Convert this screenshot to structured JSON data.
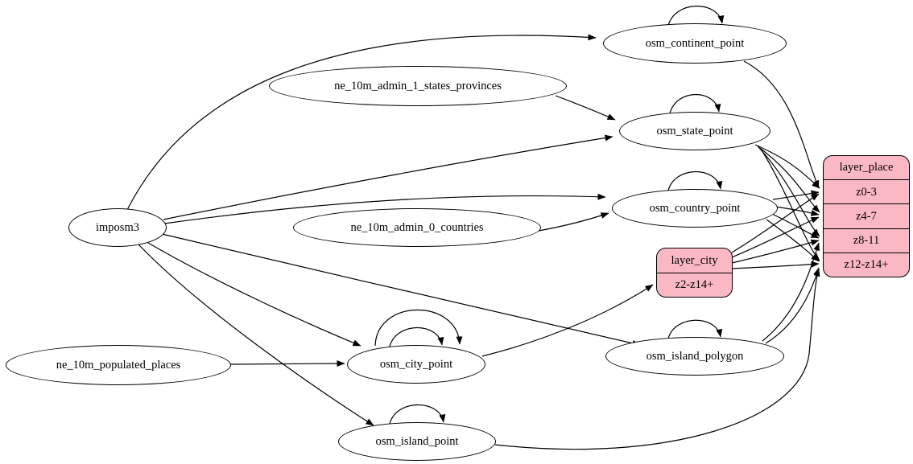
{
  "diagram": {
    "kind": "etl-dependency-graph",
    "colors": {
      "record_fill": "#fab8c4",
      "node_fill": "#ffffff",
      "stroke": "#000000",
      "background": "#ffffff"
    },
    "nodes": {
      "imposm3": "imposm3",
      "ne_10m_admin_1_states_provinces": "ne_10m_admin_1_states_provinces",
      "ne_10m_admin_0_countries": "ne_10m_admin_0_countries",
      "ne_10m_populated_places": "ne_10m_populated_places",
      "osm_continent_point": "osm_continent_point",
      "osm_state_point": "osm_state_point",
      "osm_country_point": "osm_country_point",
      "osm_city_point": "osm_city_point",
      "osm_island_polygon": "osm_island_polygon",
      "osm_island_point": "osm_island_point"
    },
    "records": {
      "layer_city": {
        "title": "layer_city",
        "rows": [
          "z2-z14+"
        ]
      },
      "layer_place": {
        "title": "layer_place",
        "rows": [
          "z0-3",
          "z4-7",
          "z8-11",
          "z12-z14+"
        ]
      }
    },
    "edges": [
      {
        "from": "imposm3",
        "to": "osm_continent_point"
      },
      {
        "from": "imposm3",
        "to": "osm_state_point"
      },
      {
        "from": "imposm3",
        "to": "osm_country_point"
      },
      {
        "from": "imposm3",
        "to": "osm_city_point"
      },
      {
        "from": "imposm3",
        "to": "osm_island_polygon"
      },
      {
        "from": "imposm3",
        "to": "osm_island_point"
      },
      {
        "from": "ne_10m_admin_1_states_provinces",
        "to": "osm_state_point"
      },
      {
        "from": "ne_10m_admin_0_countries",
        "to": "osm_country_point"
      },
      {
        "from": "ne_10m_populated_places",
        "to": "osm_city_point"
      },
      {
        "from": "osm_continent_point",
        "to": "osm_continent_point",
        "self_loop": true
      },
      {
        "from": "osm_state_point",
        "to": "osm_state_point",
        "self_loop": true
      },
      {
        "from": "osm_country_point",
        "to": "osm_country_point",
        "self_loop": true
      },
      {
        "from": "osm_city_point",
        "to": "osm_city_point",
        "self_loop": true
      },
      {
        "from": "osm_city_point",
        "to": "osm_city_point",
        "self_loop": true
      },
      {
        "from": "osm_island_polygon",
        "to": "osm_island_polygon",
        "self_loop": true
      },
      {
        "from": "osm_island_point",
        "to": "osm_island_point",
        "self_loop": true
      },
      {
        "from": "osm_continent_point",
        "to": "layer_place:z0-3"
      },
      {
        "from": "osm_state_point",
        "to": "layer_place:z0-3"
      },
      {
        "from": "osm_state_point",
        "to": "layer_place:z4-7"
      },
      {
        "from": "osm_state_point",
        "to": "layer_place:z8-11"
      },
      {
        "from": "osm_state_point",
        "to": "layer_place:z12-z14+"
      },
      {
        "from": "osm_country_point",
        "to": "layer_place:z0-3"
      },
      {
        "from": "osm_country_point",
        "to": "layer_place:z4-7"
      },
      {
        "from": "osm_country_point",
        "to": "layer_place:z8-11"
      },
      {
        "from": "osm_country_point",
        "to": "layer_place:z12-z14+"
      },
      {
        "from": "osm_city_point",
        "to": "layer_city:z2-z14+"
      },
      {
        "from": "layer_city",
        "to": "layer_place:z0-3"
      },
      {
        "from": "layer_city",
        "to": "layer_place:z4-7"
      },
      {
        "from": "layer_city",
        "to": "layer_place:z8-11"
      },
      {
        "from": "layer_city",
        "to": "layer_place:z12-z14+"
      },
      {
        "from": "osm_island_polygon",
        "to": "layer_place:z8-11"
      },
      {
        "from": "osm_island_polygon",
        "to": "layer_place:z12-z14+"
      },
      {
        "from": "osm_island_point",
        "to": "layer_place:z12-z14+"
      }
    ]
  }
}
